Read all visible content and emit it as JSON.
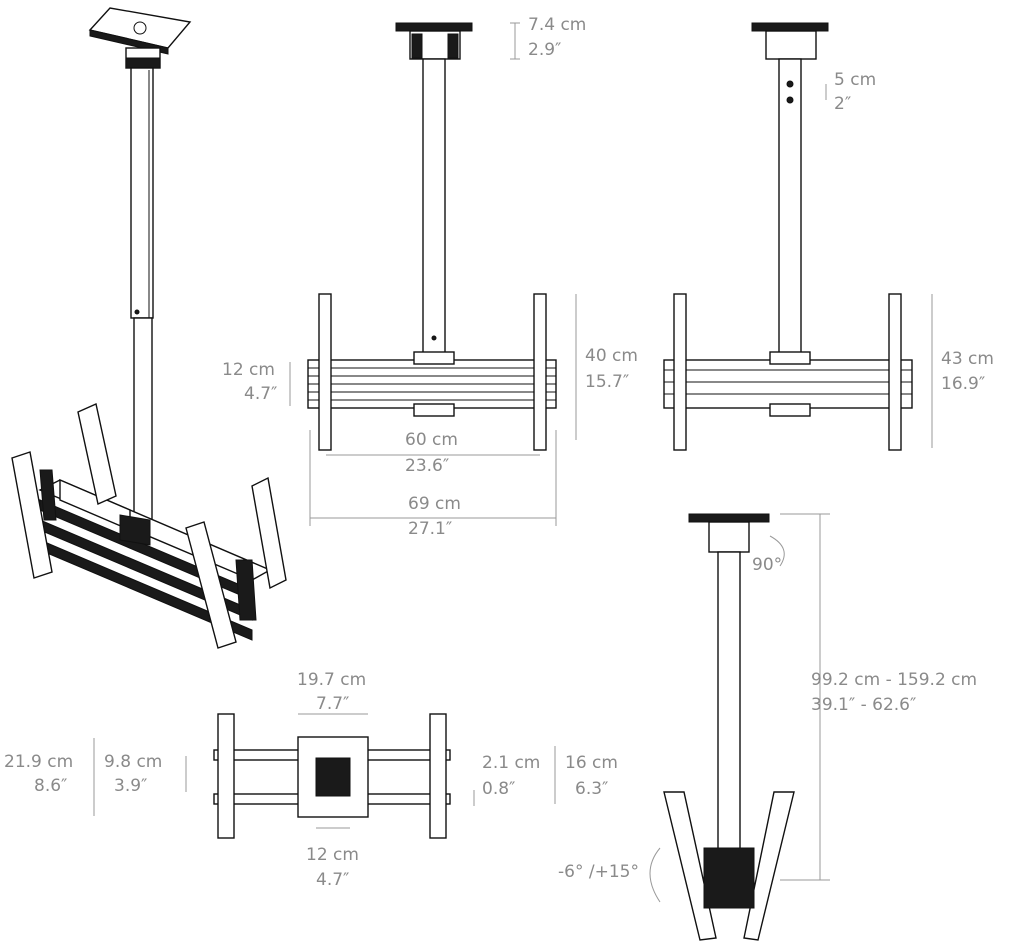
{
  "dimensions": {
    "bracket_height": {
      "metric": "7.4 cm",
      "imperial": "2.9″"
    },
    "hole_spacing": {
      "metric": "5 cm",
      "imperial": "2″"
    },
    "rail_height": {
      "metric": "12 cm",
      "imperial": "4.7″"
    },
    "vesa_height_a": {
      "metric": "40 cm",
      "imperial": "15.7″"
    },
    "vesa_width": {
      "metric": "60 cm",
      "imperial": "23.6″"
    },
    "overall_width": {
      "metric": "69 cm",
      "imperial": "27.1″"
    },
    "vesa_height_b": {
      "metric": "43 cm",
      "imperial": "16.9″"
    },
    "rotation": {
      "value": "90°"
    },
    "drop_height": {
      "metric": "99.2 cm - 159.2 cm",
      "imperial": "39.1″ - 62.6″"
    },
    "tilt": {
      "value": "-6° /+15°"
    },
    "ceiling_plate_width": {
      "metric": "19.7 cm",
      "imperial": "7.7″"
    },
    "top_depth": {
      "metric": "21.9 cm",
      "imperial": "8.6″"
    },
    "top_inner_depth": {
      "metric": "9.8 cm",
      "imperial": "3.9″"
    },
    "arm_offset": {
      "metric": "2.1 cm",
      "imperial": "0.8″"
    },
    "arm_spacing": {
      "metric": "16 cm",
      "imperial": "6.3″"
    },
    "plate_hole_spacing": {
      "metric": "12 cm",
      "imperial": "4.7″"
    }
  },
  "colors": {
    "dimension_line": "#9a9a9a",
    "label_text": "#8a8a8a",
    "outline": "#111111"
  }
}
